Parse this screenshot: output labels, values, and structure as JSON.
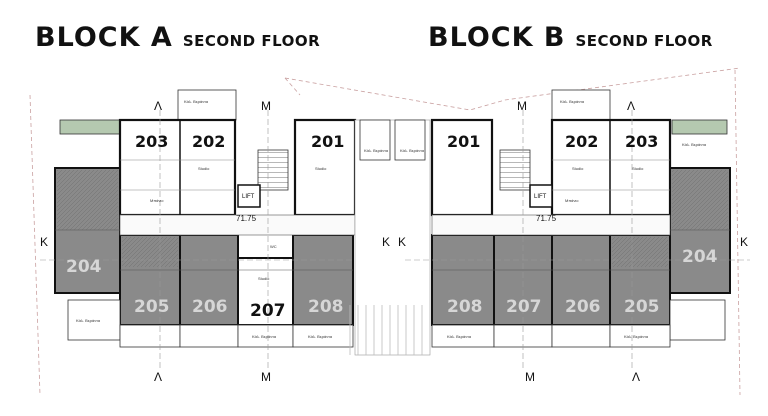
{
  "titles": {
    "block_a": {
      "big": "BLOCK A",
      "small": "SECOND FLOOR"
    },
    "block_b": {
      "big": "BLOCK B",
      "small": "SECOND FLOOR"
    }
  },
  "block_a": {
    "units_top": [
      "203",
      "202",
      "201"
    ],
    "units_bottom": [
      "204",
      "205",
      "206",
      "207",
      "208"
    ],
    "level": "71.75",
    "lift": "LIFT"
  },
  "block_b": {
    "units_top": [
      "201",
      "202",
      "203"
    ],
    "units_bottom": [
      "208",
      "207",
      "206",
      "205",
      "204"
    ],
    "level": "71.75",
    "lift": "LIFT"
  },
  "section_marks": {
    "lambda": "Λ",
    "mu": "M",
    "kappa": "K"
  },
  "room_labels": {
    "studio": "Studio",
    "balcony": "Κάλ. Βεράντα",
    "bath": "Μπάνιο",
    "wc": "WC"
  },
  "colors": {
    "wall": "#111111",
    "shaded_unit": "#8a8a8a",
    "hatch": "#6e6e6e",
    "green": "#9fb89a"
  }
}
